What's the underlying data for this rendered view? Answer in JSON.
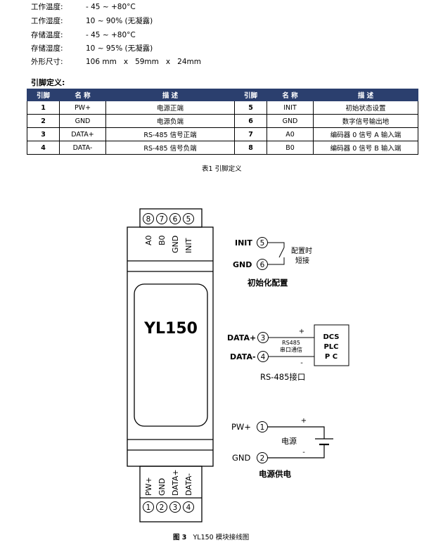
{
  "specs": [
    {
      "label": "工作温度:",
      "value": "- 45 ~ +80°C"
    },
    {
      "label": "工作湿度:",
      "value": "10 ~ 90% (无凝露)"
    },
    {
      "label": "存储温度:",
      "value": "- 45 ~ +80°C"
    },
    {
      "label": "存储湿度:",
      "value": "10 ~ 95% (无凝露)"
    },
    {
      "label": "外形尺寸:",
      "value": "106 mm   x   59mm   x   24mm"
    }
  ],
  "pin_section_title": "引脚定义:",
  "table": {
    "headers": [
      "引脚",
      "名 称",
      "描    述",
      "引脚",
      "名 称",
      "描    述"
    ],
    "rows": [
      [
        "1",
        "PW+",
        "电源正端",
        "5",
        "INIT",
        "初始状态设置"
      ],
      [
        "2",
        "GND",
        "电源负端",
        "6",
        "GND",
        "数字信号输出地"
      ],
      [
        "3",
        "DATA+",
        "RS-485 信号正端",
        "7",
        "A0",
        "编码器 0 信号 A 输入端"
      ],
      [
        "4",
        "DATA-",
        "RS-485 信号负端",
        "8",
        "B0",
        "编码器 0 信号 B 输入端"
      ]
    ],
    "caption": "表1   引脚定义"
  },
  "diagram": {
    "top_terminals": [
      "8",
      "7",
      "6",
      "5"
    ],
    "top_labels": [
      "A0",
      "B0",
      "GND",
      "INIT"
    ],
    "model": "YL150",
    "bottom_labels": [
      "PW+",
      "GND",
      "DATA+",
      "DATA-"
    ],
    "bottom_terminals": [
      "1",
      "2",
      "3",
      "4"
    ],
    "init": {
      "pin1_label": "INIT",
      "pin1_num": "5",
      "pin2_label": "GND",
      "pin2_num": "6",
      "note_line1": "配置时",
      "note_line2": "短接",
      "title": "初始化配置"
    },
    "rs485": {
      "pin1_label": "DATA+",
      "pin1_num": "3",
      "pin2_label": "DATA-",
      "pin2_num": "4",
      "plus": "+",
      "minus": "-",
      "note_line1": "RS485",
      "note_line2": "串口通信",
      "box_lines": [
        "DCS",
        "PLC",
        "P  C"
      ],
      "title": "RS-485接口"
    },
    "power": {
      "pin1_label": "PW+",
      "pin1_num": "1",
      "pin2_label": "GND",
      "pin2_num": "2",
      "plus": "+",
      "minus": "-",
      "note": "电源",
      "title": "电源供电"
    }
  },
  "figure_caption_bold": "图 3",
  "figure_caption_text": "YL150  模块接线图"
}
